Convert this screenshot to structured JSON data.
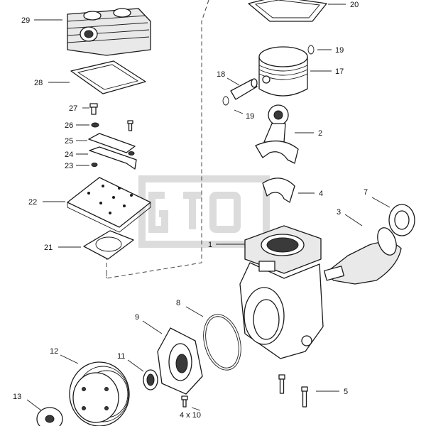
{
  "callouts": {
    "c1": "1",
    "c2": "2",
    "c3": "3",
    "c4": "4",
    "c5": "5",
    "c7": "7",
    "c8": "8",
    "c9": "9",
    "c10": "4 x   10",
    "c11": "11",
    "c12": "12",
    "c13": "13",
    "c17": "17",
    "c18": "18",
    "c19a": "19",
    "c19b": "19",
    "c20": "20",
    "c21": "21",
    "c22": "22",
    "c23": "23",
    "c24": "24",
    "c25": "25",
    "c26": "26",
    "c27": "27",
    "c28": "28",
    "c29": "29"
  },
  "colors": {
    "line": "#1a1a1a",
    "watermark": "#dcdcdc",
    "background": "#ffffff"
  }
}
